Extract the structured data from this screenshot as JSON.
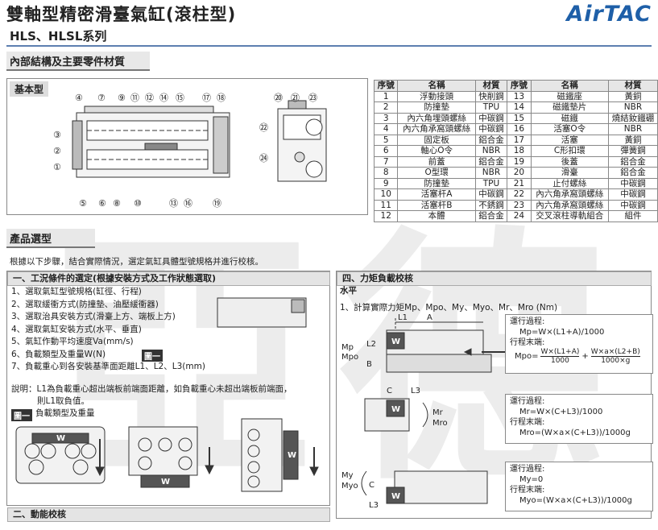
{
  "header": {
    "title": "雙軸型精密滑臺氣缸(滾柱型)",
    "series": "HLS、HLSL系列",
    "logo": "AirTAC"
  },
  "sections": {
    "internal": "內部結構及主要零件材質",
    "basic": "基本型",
    "selection": "產品選型"
  },
  "callouts": {
    "top": [
      "④",
      "⑦",
      "⑨",
      "⑪",
      "⑫",
      "⑭",
      "⑮",
      "⑰",
      "⑱"
    ],
    "left": [
      "③",
      "②",
      "①"
    ],
    "bottom": [
      "⑤",
      "⑥",
      "⑧",
      "⑩",
      "⑬",
      "⑯",
      "⑲"
    ],
    "side_top": [
      "⑳",
      "㉑",
      "㉓"
    ],
    "side_left": [
      "㉒",
      "㉔"
    ]
  },
  "parts_table": {
    "headers": [
      "序號",
      "名稱",
      "材質",
      "序號",
      "名稱",
      "材質"
    ],
    "rows": [
      [
        "1",
        "浮動接頭",
        "快削鋼",
        "13",
        "磁鐵座",
        "黃銅"
      ],
      [
        "2",
        "防撞墊",
        "TPU",
        "14",
        "磁鐵墊片",
        "NBR"
      ],
      [
        "3",
        "內六角埋頭螺絲",
        "中碳鋼",
        "15",
        "磁鐵",
        "燒結釹鐵硼"
      ],
      [
        "4",
        "內六角承窩頭螺絲",
        "中碳鋼",
        "16",
        "活塞O令",
        "NBR"
      ],
      [
        "5",
        "固定板",
        "鋁合金",
        "17",
        "活塞",
        "黃銅"
      ],
      [
        "6",
        "軸心O令",
        "NBR",
        "18",
        "C形扣環",
        "彈簧鋼"
      ],
      [
        "7",
        "前蓋",
        "鋁合金",
        "19",
        "後蓋",
        "鋁合金"
      ],
      [
        "8",
        "O型環",
        "NBR",
        "20",
        "滑臺",
        "鋁合金"
      ],
      [
        "9",
        "防撞墊",
        "TPU",
        "21",
        "止付螺絲",
        "中碳鋼"
      ],
      [
        "10",
        "活塞杆A",
        "中碳鋼",
        "22",
        "內六角承窩頭螺絲",
        "中碳鋼"
      ],
      [
        "11",
        "活塞杆B",
        "不銹鋼",
        "23",
        "內六角承窩頭螺絲",
        "中碳鋼"
      ],
      [
        "12",
        "本體",
        "鋁合金",
        "24",
        "交叉滾柱導軌組合",
        "組件"
      ]
    ]
  },
  "intro": "根據以下步驟，結合實際情況，選定氣缸具體型號規格并進行校核。",
  "left_panel": {
    "heading": "一、工況條件的選定(根據安裝方式及工作狀態選取)",
    "steps": [
      "1、選取氣缸型號規格(缸徑、行程)",
      "2、選取緩衝方式(防撞墊、油壓緩衝器)",
      "3、選取治具安裝方式(滑臺上方、端板上方)",
      "4、選取氣缸安裝方式(水平、垂直)",
      "5、氣缸作動平均速度Va(mm/s)",
      "6、負載類型及重量W(N)",
      "7、負載重心到各安裝基準面距離L1、L2、L3(mm)"
    ],
    "fig_tag": "圖一",
    "note1": "說明：L1為負載重心超出端板前端面距離，如負載重心未超出端板前端面，",
    "note2": "則L1取負值。",
    "fig_caption_tag": "圖一",
    "fig_caption": "負載類型及重量",
    "w": "W",
    "heading2": "二、動能校核"
  },
  "right_panel": {
    "heading": "四、力矩負載校核",
    "sub": "水平",
    "line1": "1、計算實際力矩Mp、Mpo、My、Myo、Mr、Mro (Nm)",
    "labels": {
      "L1": "L1",
      "A": "A",
      "Mp": "Mp",
      "Mpo": "Mpo",
      "B": "B",
      "L2": "L2",
      "C": "C",
      "L3": "L3",
      "Mr": "Mr",
      "Mro": "Mro",
      "My": "My",
      "Myo": "Myo",
      "W": "W"
    },
    "box1": {
      "l1": "運行過程:",
      "l2": "Mp=W×(L1+A)/1000",
      "l3": "行程末端:",
      "l4a": "Mpo=",
      "n1": "W×(L1+A)",
      "d1": "1000",
      "plus": "+",
      "n2": "W×a×(L2+B)",
      "d2": "1000×g"
    },
    "box2": {
      "l1": "運行過程:",
      "l2": "Mr=W×(C+L3)/1000",
      "l3": "行程末端:",
      "l4": "Mro=(W×a×(C+L3))/1000g"
    },
    "box3": {
      "l1": "運行過程:",
      "l2": "My=0",
      "l3": "行程末端:",
      "l4": "Myo=(W×a×(C+L3))/1000g"
    }
  },
  "colors": {
    "accent": "#5d7fb0",
    "logo": "#1e5fa8",
    "watermark": "#ececec"
  }
}
